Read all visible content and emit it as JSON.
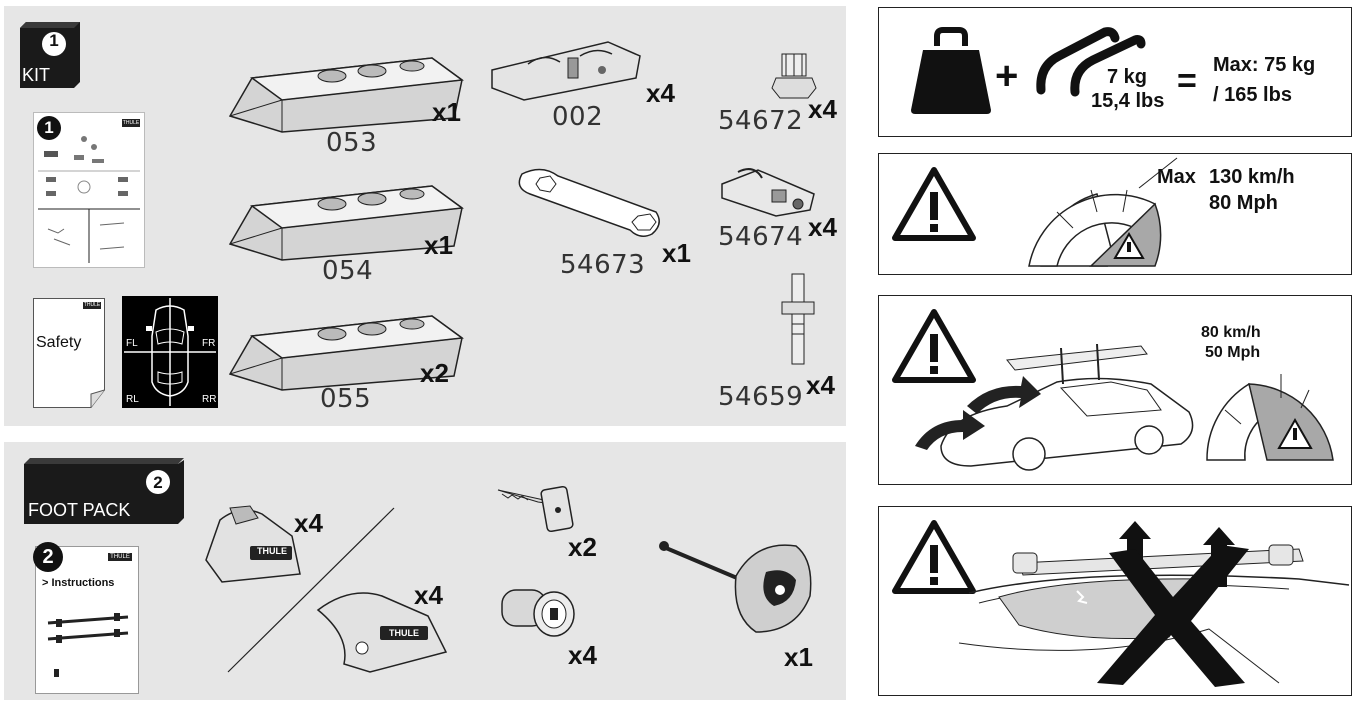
{
  "kit": {
    "badge_number": "1",
    "badge_label": "KIT",
    "doc_number": "1",
    "doc_brand": "THULE",
    "safety_label": "Safety",
    "safety_brand": "THULE",
    "positions": {
      "fl": "FL",
      "fr": "FR",
      "rl": "RL",
      "rr": "RR"
    },
    "parts": [
      {
        "code": "053",
        "qty": "x1"
      },
      {
        "code": "054",
        "qty": "x1"
      },
      {
        "code": "055",
        "qty": "x2"
      },
      {
        "code": "002",
        "qty": "x4"
      },
      {
        "code": "54673",
        "qty": "x1"
      },
      {
        "code": "54672",
        "qty": "x4"
      },
      {
        "code": "54674",
        "qty": "x4"
      },
      {
        "code": "54659",
        "qty": "x4"
      }
    ]
  },
  "foot_pack": {
    "badge_number": "2",
    "badge_label": "FOOT PACK",
    "doc_number": "2",
    "doc_brand": "THULE",
    "doc_title": "> Instructions",
    "foot_brand": "THULE",
    "parts": [
      {
        "qty": "x4"
      },
      {
        "qty": "x4"
      },
      {
        "qty": "x2"
      },
      {
        "qty": "x4"
      },
      {
        "qty": "x1"
      }
    ]
  },
  "load": {
    "plus": "+",
    "weight_kg": "7 kg",
    "weight_lbs": "15,4 lbs",
    "equals": "=",
    "max_kg": "Max: 75 kg",
    "max_lbs": "/ 165 lbs"
  },
  "speed1": {
    "max_label": "Max",
    "kmh": "130 km/h",
    "mph": "80 Mph"
  },
  "speed2": {
    "kmh": "80 km/h",
    "mph": "50 Mph"
  }
}
